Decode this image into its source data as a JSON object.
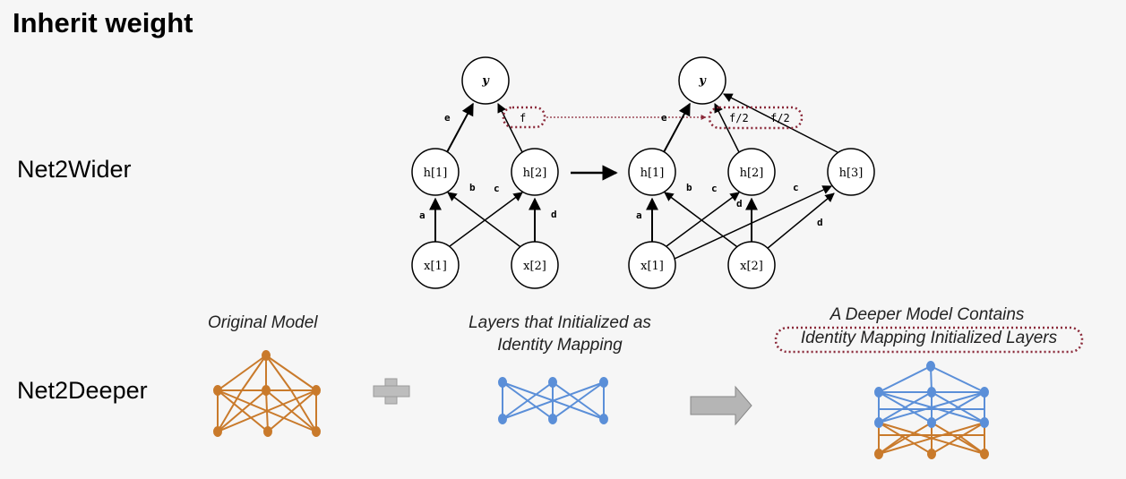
{
  "title": "Inherit weight",
  "net2wider": {
    "label": "Net2Wider",
    "left": {
      "nodes": {
        "y": "y",
        "h1": "h[1]",
        "h2": "h[2]",
        "x1": "x[1]",
        "x2": "x[2]"
      },
      "edges": {
        "a": "a",
        "b": "b",
        "c": "c",
        "d": "d",
        "e": "e",
        "f": "f"
      }
    },
    "right": {
      "nodes": {
        "y": "y",
        "h1": "h[1]",
        "h2": "h[2]",
        "h3": "h[3]",
        "x1": "x[1]",
        "x2": "x[2]"
      },
      "edges": {
        "a": "a",
        "b": "b",
        "c1": "c",
        "c2": "c",
        "d1": "d",
        "d2": "d",
        "e": "e",
        "f1": "f/2",
        "f2": "f/2"
      }
    }
  },
  "net2deeper": {
    "label": "Net2Deeper",
    "original_caption": "Original Model",
    "identity_caption_line1": "Layers  that Initialized as",
    "identity_caption_line2": "Identity Mapping",
    "deeper_caption_line1": "A Deeper Model Contains",
    "deeper_caption_line2": "Identity Mapping Initialized Layers"
  },
  "colors": {
    "orange": "#c97a2b",
    "blue": "#5b8fd8",
    "dotted_red": "#8b2a3a",
    "plus": "#bdbdbd",
    "arrow_fill": "#b5b5b5"
  }
}
